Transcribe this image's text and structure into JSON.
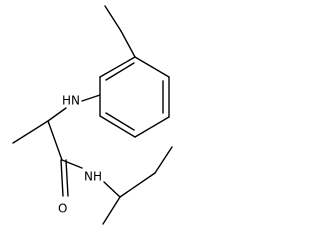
{
  "molecule": {
    "atom_labels": {
      "amine_nh": "HN",
      "amide_nh": "NH",
      "carbonyl_o": "O"
    },
    "colors": {
      "bond": "#000000",
      "label": "#000000",
      "background": "#ffffff"
    }
  }
}
